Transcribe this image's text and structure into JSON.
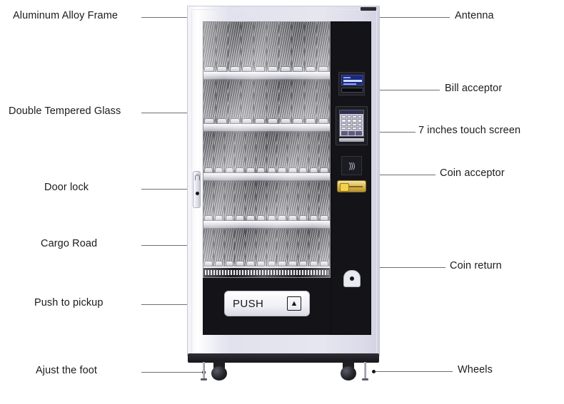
{
  "diagram": {
    "title": "Vending machine component callout diagram",
    "product": "Snack & drink vending machine"
  },
  "labels_left": [
    {
      "id": "aluminum-alloy-frame",
      "text": "Aluminum Alloy Frame"
    },
    {
      "id": "double-tempered-glass",
      "text": "Double Tempered Glass"
    },
    {
      "id": "door-lock",
      "text": "Door lock"
    },
    {
      "id": "cargo-road",
      "text": "Cargo Road"
    },
    {
      "id": "push-to-pickup",
      "text": "Push to pickup"
    },
    {
      "id": "ajust-the-foot",
      "text": "Ajust the foot"
    }
  ],
  "labels_right": [
    {
      "id": "antenna",
      "text": "Antenna"
    },
    {
      "id": "bill-acceptor",
      "text": "Bill acceptor"
    },
    {
      "id": "touch-screen",
      "text": "7 inches touch screen"
    },
    {
      "id": "coin-acceptor",
      "text": "Coin acceptor"
    },
    {
      "id": "coin-return",
      "text": "Coin return"
    },
    {
      "id": "wheels",
      "text": "Wheels"
    }
  ],
  "machine": {
    "push_flap_text": "PUSH",
    "push_flap_icon": "push-door-icon",
    "nfc_icon": "contactless-card-icon",
    "antenna_icon": "antenna-icon",
    "coin_return_icon": "coin-return-cup-icon",
    "door_lock_icon": "lock-handle-icon"
  },
  "colors": {
    "frame": "#e6e6f0",
    "panel_black": "#141418",
    "coin_acceptor_gold": "#d8b54a",
    "bill_screen_blue": "#1b2a7a",
    "leader_line": "#6e6e78",
    "text": "#1b1b1b"
  }
}
